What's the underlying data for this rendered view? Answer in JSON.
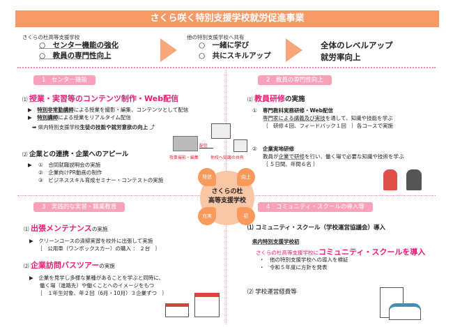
{
  "title": "さくら咲く特別支援学校就労促進事業",
  "flow": {
    "left": {
      "caption": "さくらの杜高等支援学校",
      "items": [
        "○　センター機能の強化",
        "○　教員の専門性向上"
      ]
    },
    "middle": {
      "caption": "他の特別支援学校へ共有",
      "items": [
        "○　一緒に学び",
        "○　共にスキルアップ"
      ]
    },
    "right": {
      "items": [
        "全体のレベルアップ",
        "就労率向上"
      ]
    }
  },
  "center": {
    "line1": "さくらの杜",
    "line2": "高等支援学校",
    "petals": [
      "発信",
      "向上",
      "充実",
      "初"
    ]
  },
  "diagram": {
    "shoot": "授業撮影・編集",
    "deliver": "配信",
    "share": "他校へ知識の共有"
  },
  "s1": {
    "label": "1　センター機能",
    "h1_num": "⑴",
    "h1": "授業・実習等のコンテンツ制作・Web配信",
    "b1a": "特別非常勤講師",
    "b1b": "による授業を撮影・編集、コンテンツとして配信",
    "b2a": "特別講師",
    "b2b": "による授業をリアルタイム配信",
    "r1": "➡ 県内特別支援学校",
    "r2": "生徒の技能や就労意欲の向上",
    "h2_num": "⑵",
    "h2": "企業との連携・企業へのアピール",
    "list": [
      "①　合同就職説明会の実施",
      "②　企業向けPR動画の制作",
      "③　ビジネススキル育成セミナー・コンテストの実施"
    ]
  },
  "s2": {
    "label": "2　教員の専門性向上",
    "h1_num": "⑴",
    "h1a": "教員研修",
    "h1b": "の実施",
    "i1_num": "①",
    "i1": "専門教科実務研修・Web配信",
    "i1l1a": "専門家による講義及び実技",
    "i1l1b": "を通して、知識や技能を学ぶ",
    "i1l2": "｛　研修４回、フィードバック１回　｝各コースで実施",
    "i2_num": "②",
    "i2": "企業実地研修",
    "i2l1a": "教員が",
    "i2l1b": "企業で研修",
    "i2l1c": "を行い、働く場で必要な知識や技術を学ぶ",
    "i2l2": "｛ ５日間、年間６名 ｝"
  },
  "s3": {
    "label": "3　実践的な実習・職業教育",
    "h1_num": "⑴",
    "h1a": "出張メンテナンス",
    "h1b": "の実施",
    "l1": "クリーンコースの清掃実習を校外に出張して実施",
    "l2": "｛　公用車（ワンボックスカー）の購入 ： ２台　｝",
    "h2_num": "⑵",
    "h2a": "企業訪問バスツアー",
    "h2b": "の実施",
    "m1": "企業を見学し多様な業種があることを学ぶと同時に、",
    "m2": "働く場（進路先）や働くことへのイメージをもつ",
    "m3": "｛　１年生対象、年２回（6月・10月）３企業ずつ　｝"
  },
  "s4": {
    "label": "4　コミュニティ・スクールの導入等",
    "h1": "⑴  コミュニティ・スクール（学校運営協議会）導入",
    "first": "県内特別支援学校初",
    "pa": "さくらの杜高等支援学校に",
    "pb": "コミュニティ・スクールを導入",
    "d1": "・　他の特別支援学校への導入を検証",
    "d2": "・　令和５年度に方針を発表",
    "h2": "⑵  学校運営経費等"
  },
  "colors": {
    "accent": "#f99a66",
    "pink": "#ee1c74",
    "section": "#f8a2ba"
  }
}
